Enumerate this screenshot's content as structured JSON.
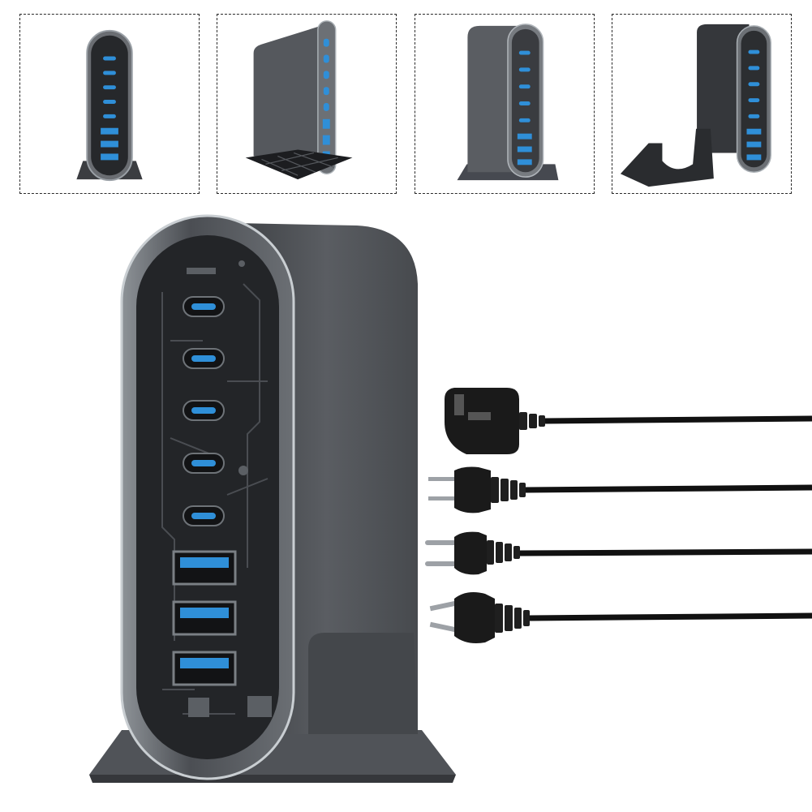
{
  "thumbnails": [
    {
      "view": "front"
    },
    {
      "view": "side"
    },
    {
      "view": "angle"
    },
    {
      "view": "stand-detached"
    }
  ],
  "hero": {
    "ports": {
      "usb_c": 5,
      "usb_a": 3
    },
    "plugs": [
      "uk-plug-icon",
      "us-plug-icon",
      "eu-plug-icon",
      "au-plug-icon"
    ]
  },
  "colors": {
    "body": "#505358",
    "body_dark": "#2f3134",
    "port_blue": "#2f8fd8",
    "cable": "#111111",
    "frame": "#2a2a2a"
  }
}
